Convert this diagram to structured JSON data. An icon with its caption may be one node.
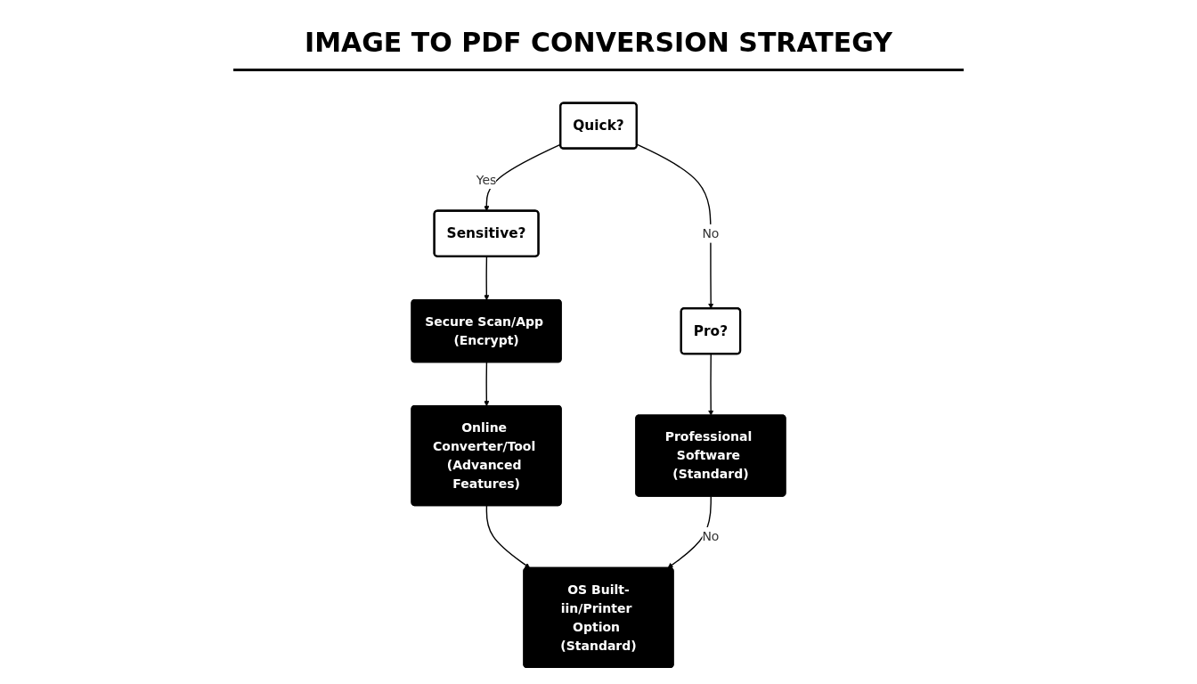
{
  "diagram": {
    "title": "IMAGE TO PDF CONVERSION STRATEGY",
    "nodes": [
      {
        "text": [
          "Quick?"
        ]
      },
      {
        "text": [
          "Sensitive?"
        ]
      },
      {
        "text": [
          "Secure Scan/App (Encrypt)"
        ]
      },
      {
        "text": [
          "Online Converter/Tool (Advanced Features)"
        ]
      },
      {
        "text": [
          "Pro?"
        ]
      },
      {
        "text": [
          "Professional Software (Standard)"
        ]
      },
      {
        "text": [
          "OS Built-iin/Printer Option (Standard)"
        ]
      }
    ],
    "edges": [
      {
        "from": 0,
        "to": 1,
        "arrow": "to",
        "label": "Yes"
      },
      {
        "from": 1,
        "to": 2,
        "arrow": "to"
      },
      {
        "from": 2,
        "to": 3,
        "arrow": "to"
      },
      {
        "from": 3,
        "to": 6,
        "arrow": "to"
      },
      {
        "from": 0,
        "to": 4,
        "arrow": "to",
        "label": "No"
      },
      {
        "from": 4,
        "to": 5,
        "arrow": "to"
      },
      {
        "from": 5,
        "to": 6,
        "arrow": "to",
        "label": "No"
      }
    ]
  }
}
